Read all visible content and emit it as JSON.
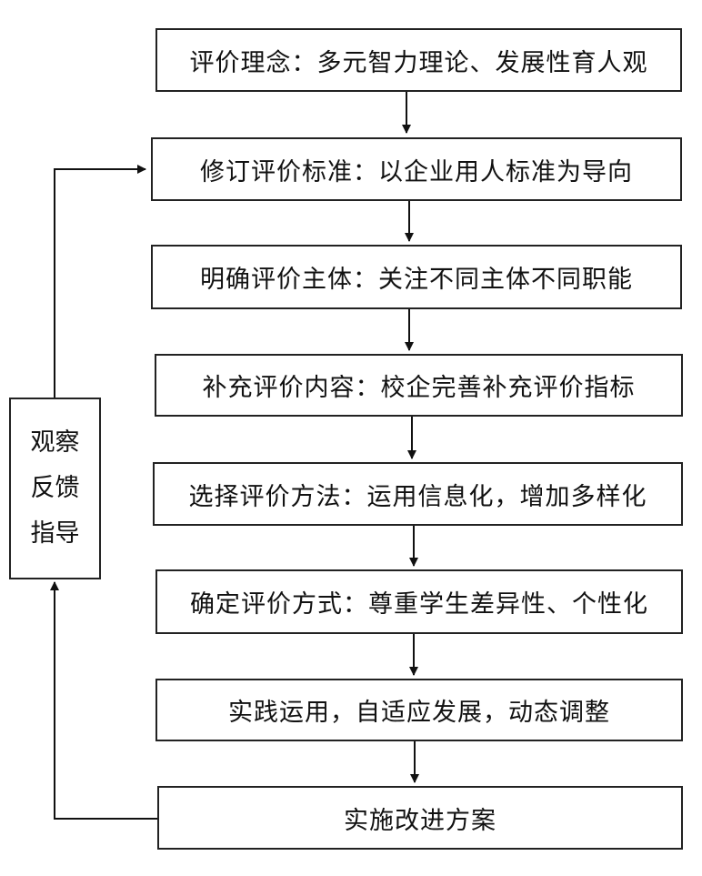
{
  "steps": [
    "评价理念：多元智力理论、发展性育人观",
    "修订评价标准：以企业用人标准为导向",
    "明确评价主体：关注不同主体不同职能",
    "补充评价内容：校企完善补充评价指标",
    "选择评价方法：运用信息化，增加多样化",
    "确定评价方式：尊重学生差异性、个性化",
    "实践运用，自适应发展，动态调整",
    "实施改进方案"
  ],
  "feedback": {
    "line1": "观察",
    "line2": "反馈",
    "line3": "指导"
  }
}
